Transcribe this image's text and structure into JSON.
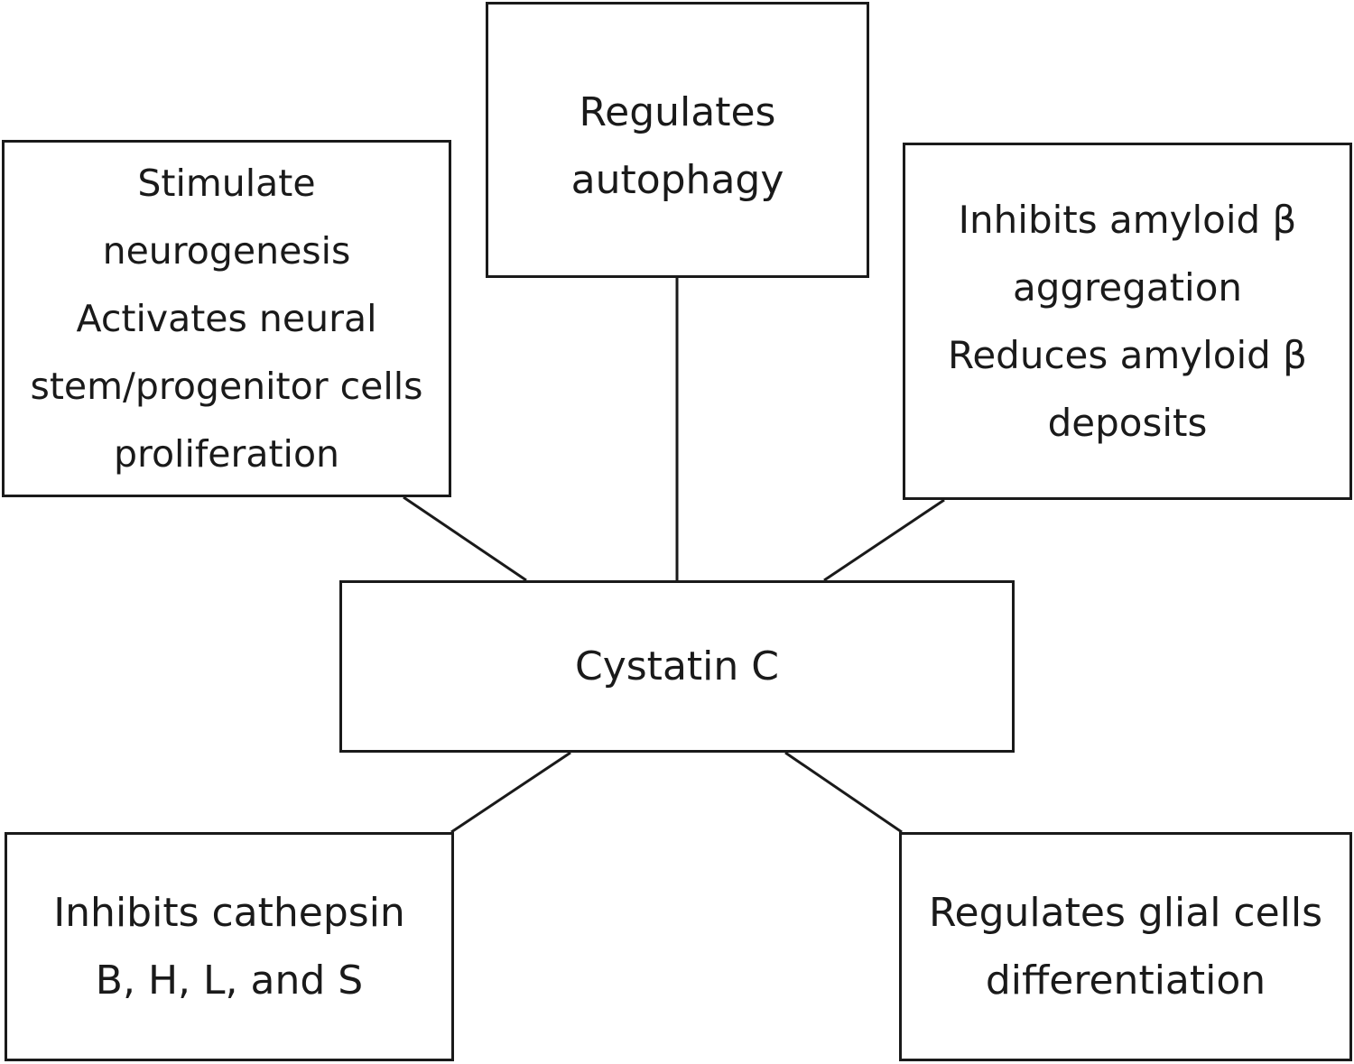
{
  "diagram": {
    "center": {
      "label": "Cystatin C"
    },
    "nodes": {
      "autophagy": {
        "lines": [
          "Regulates",
          "autophagy"
        ]
      },
      "neurogenesis": {
        "lines": [
          "Stimulate",
          "neurogenesis",
          "Activates neural",
          "stem/progenitor cells",
          "proliferation"
        ]
      },
      "amyloid": {
        "lines": [
          "Inhibits amyloid β",
          "aggregation",
          "Reduces amyloid β",
          "deposits"
        ]
      },
      "cathepsin": {
        "lines": [
          "Inhibits cathepsin",
          "B, H, L, and S"
        ]
      },
      "glial": {
        "lines": [
          "Regulates glial cells",
          "differentiation"
        ]
      }
    },
    "line_color": "#1a1a1a"
  }
}
